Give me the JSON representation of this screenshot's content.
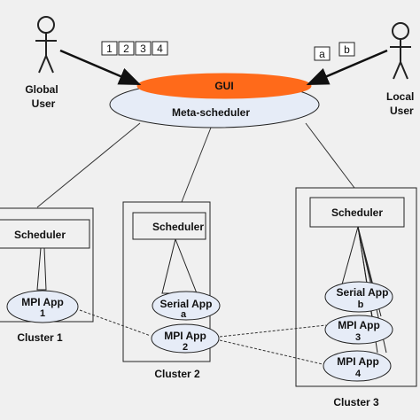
{
  "actors": {
    "global": {
      "line1": "Global",
      "line2": "User"
    },
    "local": {
      "line1": "Local",
      "line2": "User"
    }
  },
  "job_tokens_global": [
    "1",
    "2",
    "3",
    "4"
  ],
  "job_tokens_local": [
    "a",
    "b"
  ],
  "gui_label": "GUI",
  "meta_scheduler_label": "Meta-scheduler",
  "clusters": [
    {
      "name": "Cluster 1",
      "scheduler": "Scheduler",
      "apps": [
        {
          "line1": "MPI App",
          "line2": "1"
        }
      ]
    },
    {
      "name": "Cluster 2",
      "scheduler": "Scheduler",
      "apps": [
        {
          "line1": "Serial App",
          "line2": "a"
        },
        {
          "line1": "MPI App",
          "line2": "2"
        }
      ]
    },
    {
      "name": "Cluster 3",
      "scheduler": "Scheduler",
      "apps": [
        {
          "line1": "Serial App",
          "line2": "b"
        },
        {
          "line1": "MPI App",
          "line2": "3"
        },
        {
          "line1": "MPI App",
          "line2": "4"
        }
      ]
    }
  ],
  "colors": {
    "gui_fill": "#ff6a1a",
    "ellipse_fill": "#e6ecf7",
    "background": "#f0f0f0",
    "line": "#222222"
  }
}
